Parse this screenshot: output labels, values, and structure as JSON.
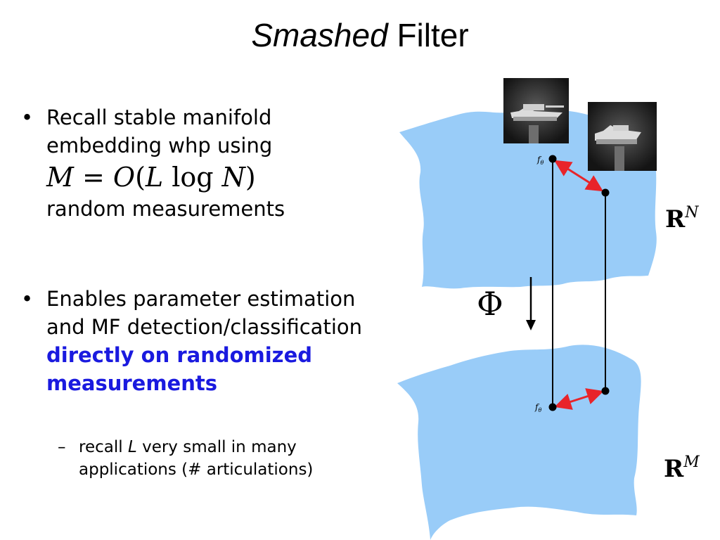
{
  "title": {
    "italic": "Smashed",
    "rest": " Filter"
  },
  "bullets": [
    {
      "line1": "Recall stable manifold",
      "line2": "embedding whp using",
      "math_lhs": "M",
      "math_eq": " = ",
      "math_o": "O",
      "math_open": "(",
      "math_l": "L",
      "math_log": " log ",
      "math_n": "N",
      "math_close": ")",
      "line3": "random measurements"
    },
    {
      "text": "Enables parameter estimation and MF detection/classification",
      "highlight": "directly on randomized measurements",
      "sub": {
        "pre": "recall ",
        "var": "L",
        "post": " very small in many applications (# articulations)"
      }
    }
  ],
  "diagram": {
    "upper_space": "R",
    "upper_space_sup": "N",
    "lower_space": "R",
    "lower_space_sup": "M",
    "phi": "Φ",
    "point_label": "f",
    "point_label_sub": "θ",
    "colors": {
      "manifold": "#99ccf8",
      "arrow": "#e8242a",
      "highlight": "#1a1adf"
    }
  }
}
